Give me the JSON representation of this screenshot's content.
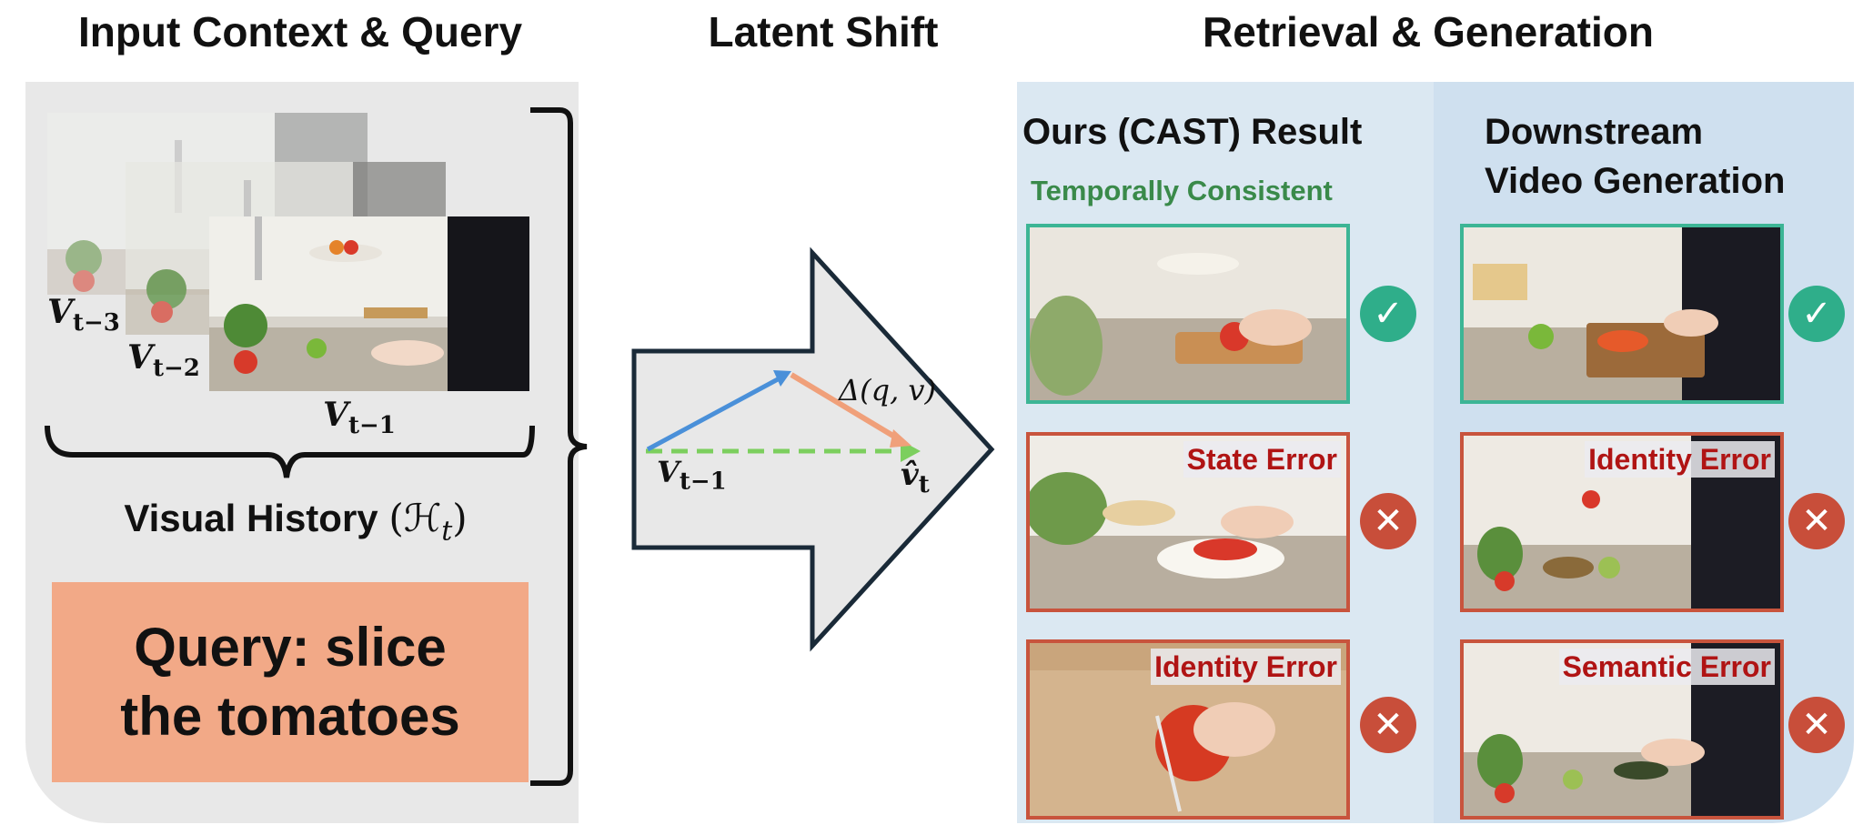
{
  "titles": {
    "left": "Input Context & Query",
    "middle": "Latent Shift",
    "right": "Retrieval & Generation"
  },
  "history": {
    "frame_labels": [
      "V",
      "V",
      "V"
    ],
    "frame_subs": [
      "t−3",
      "t−2",
      "t−1"
    ],
    "visual_history_label": "Visual History",
    "visual_history_math": "(ℋ",
    "visual_history_sub": "t",
    "visual_history_close": ")"
  },
  "query": {
    "text": "Query: slice the tomatoes"
  },
  "latent": {
    "v_label": "V",
    "v_sub": "t−1",
    "delta_label": "Δ(q, v)",
    "vhat_label": "v̂",
    "vhat_sub": "t"
  },
  "retrieval": {
    "col1_header": "Ours (CAST) Result",
    "col2_header_line1": "Downstream",
    "col2_header_line2": "Video Generation",
    "consistent_label": "Temporally Consistent",
    "col1_errors": [
      "State Error",
      "Identity Error"
    ],
    "col2_errors": [
      "Identity Error",
      "Semantic Error"
    ],
    "check_icon": "check-icon",
    "cross_icon": "cross-icon"
  },
  "colors": {
    "ok": "#3cb595",
    "bad": "#c8543d",
    "query_bg": "#f2a987",
    "error_text": "#b01414",
    "consistent_text": "#3a8a4a",
    "arrow_blue": "#4a90d9",
    "arrow_orange": "#f0a07a",
    "arrow_green": "#7ccf5e"
  }
}
